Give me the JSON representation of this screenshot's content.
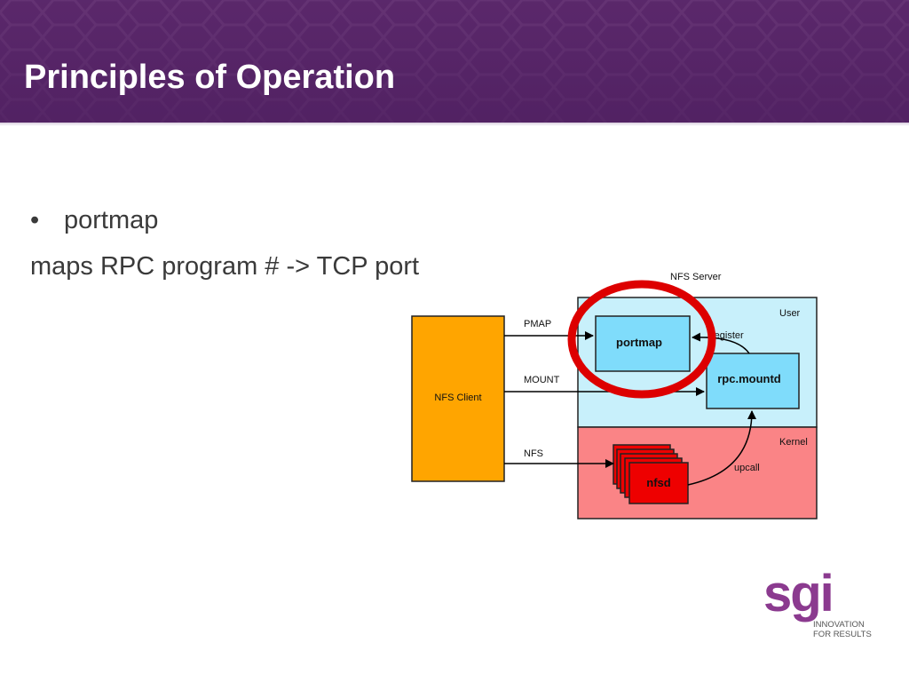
{
  "slide": {
    "title": "Principles of Operation",
    "bullet": "portmap",
    "subtext": "maps RPC program # -> TCP port"
  },
  "diagram": {
    "server_label": "NFS Server",
    "user_label": "User",
    "kernel_label": "Kernel",
    "client_label": "NFS Client",
    "portmap_label": "portmap",
    "mountd_label": "rpc.mountd",
    "nfsd_label": "nfsd",
    "pmap_label": "PMAP",
    "mount_label": "MOUNT",
    "nfs_label": "NFS",
    "register_label": "register",
    "upcall_label": "upcall"
  },
  "logo": {
    "brand": "sgi",
    "tagline1": "INNOVATION",
    "tagline2": "FOR RESULTS"
  },
  "colors": {
    "header": "#5e2a6e",
    "client": "#ffa500",
    "user_zone": "#c8f0fb",
    "kernel_zone": "#fa8486",
    "process_box": "#7fdcfb",
    "nfsd_box": "#ee0000",
    "highlight": "#dd0000",
    "logo_purple": "#8b3a8f"
  }
}
